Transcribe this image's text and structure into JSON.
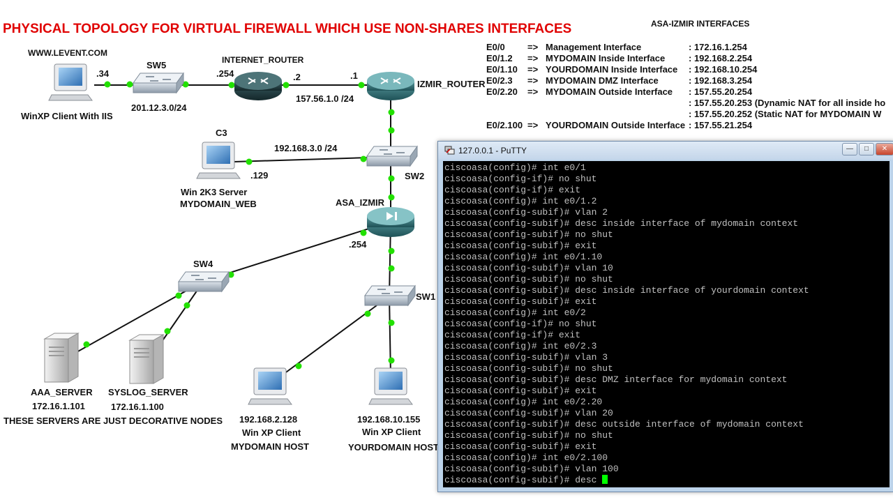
{
  "title": "PHYSICAL TOPOLOGY FOR VIRTUAL FIREWALL WHICH USE NON-SHARES INTERFACES",
  "colors": {
    "title": "#e00000",
    "link_dot": "#22e000",
    "router": "#2f6b72",
    "terminal_bg": "#000000",
    "terminal_text": "#c0c0c0",
    "cursor": "#00ff00"
  },
  "topology": {
    "nodes": {
      "winxp_iis": {
        "name": "WWW.LEVENT.COM",
        "desc": "WinXP Client With IIS",
        "icon": "pc-icon"
      },
      "sw5": {
        "name": "SW5",
        "icon": "switch-icon"
      },
      "internet_router": {
        "name": "INTERNET_ROUTER",
        "icon": "router-icon"
      },
      "izmir_router": {
        "name": "IZMIR_ROUTER",
        "icon": "router-icon"
      },
      "c3": {
        "name": "C3",
        "desc1": "Win 2K3 Server",
        "desc2": "MYDOMAIN_WEB",
        "icon": "pc-icon"
      },
      "sw2": {
        "name": "SW2",
        "icon": "switch-icon"
      },
      "asa": {
        "name": "ASA_IZMIR",
        "icon": "firewall-icon"
      },
      "sw4": {
        "name": "SW4",
        "icon": "switch-icon"
      },
      "sw1": {
        "name": "SW1",
        "icon": "switch-icon"
      },
      "aaa": {
        "name": "AAA_SERVER",
        "ip": "172.16.1.101",
        "icon": "server-icon"
      },
      "syslog": {
        "name": "SYSLOG_SERVER",
        "ip": "172.16.1.100",
        "icon": "server-icon"
      },
      "mydomain_host": {
        "ip": "192.168.2.128",
        "desc1": "Win XP Client",
        "desc2": "MYDOMAIN HOST",
        "icon": "pc-icon"
      },
      "yourdomain_host": {
        "ip": "192.168.10.155",
        "desc1": "Win XP Client",
        "desc2": "YOURDOMAIN HOST",
        "icon": "pc-icon"
      }
    },
    "labels": {
      "winxp_host_ip": ".34",
      "sw5_subnet": "201.12.3.0/24",
      "inet_router_ip": ".254",
      "inet_router_ip2": ".2",
      "izmir_ip": ".1",
      "inet_subnet": "157.56.1.0 /24",
      "c3_subnet": "192.168.3.0 /24",
      "c3_ip": ".129",
      "asa_ip": ".254",
      "servers_note": "THESE SERVERS ARE JUST DECORATIVE NODES"
    }
  },
  "interfaces": {
    "heading": "ASA-IZMIR INTERFACES",
    "rows": [
      {
        "port": "E0/0",
        "arrow": "=>",
        "desc": "Management Interface",
        "ip": ": 172.16.1.254"
      },
      {
        "port": "E0/1.2",
        "arrow": "=>",
        "desc": "MYDOMAIN Inside Interface",
        "ip": ": 192.168.2.254"
      },
      {
        "port": "E0/1.10",
        "arrow": "=>",
        "desc": "YOURDOMAIN Inside Interface",
        "ip": ": 192.168.10.254"
      },
      {
        "port": "E0/2.3",
        "arrow": "=>",
        "desc": "MYDOMAIN DMZ Interface",
        "ip": ": 192.168.3.254"
      },
      {
        "port": "E0/2.20",
        "arrow": "=>",
        "desc": "MYDOMAIN Outside Interface",
        "ip": ": 157.55.20.254"
      },
      {
        "port": "",
        "arrow": "",
        "desc": "",
        "ip": ": 157.55.20.253 (Dynamic NAT for all inside ho"
      },
      {
        "port": "",
        "arrow": "",
        "desc": "",
        "ip": ": 157.55.20.252 (Static NAT for MYDOMAIN W"
      },
      {
        "port": "E0/2.100",
        "arrow": "=>",
        "desc": "YOURDOMAIN Outside Interface",
        "ip": ": 157.55.21.254"
      }
    ]
  },
  "putty": {
    "window_title": "127.0.0.1 - PuTTY",
    "buttons": {
      "minimize": "—",
      "maximize": "□",
      "close": "✕"
    },
    "lines": [
      "ciscoasa(config)# int e0/1",
      "ciscoasa(config-if)# no shut",
      "ciscoasa(config-if)# exit",
      "ciscoasa(config)# int e0/1.2",
      "ciscoasa(config-subif)# vlan 2",
      "ciscoasa(config-subif)# desc inside interface of mydomain context",
      "ciscoasa(config-subif)# no shut",
      "ciscoasa(config-subif)# exit",
      "ciscoasa(config)# int e0/1.10",
      "ciscoasa(config-subif)# vlan 10",
      "ciscoasa(config-subif)# no shut",
      "ciscoasa(config-subif)# desc inside interface of yourdomain context",
      "ciscoasa(config-subif)# exit",
      "ciscoasa(config)# int e0/2",
      "ciscoasa(config-if)# no shut",
      "ciscoasa(config-if)# exit",
      "ciscoasa(config)# int e0/2.3",
      "ciscoasa(config-subif)# vlan 3",
      "ciscoasa(config-subif)# no shut",
      "ciscoasa(config-subif)# desc DMZ interface for mydomain context",
      "ciscoasa(config-subif)# exit",
      "ciscoasa(config)# int e0/2.20",
      "ciscoasa(config-subif)# vlan 20",
      "ciscoasa(config-subif)# desc outside interface of mydomain context",
      "ciscoasa(config-subif)# no shut",
      "ciscoasa(config-subif)# exit",
      "ciscoasa(config)# int e0/2.100",
      "ciscoasa(config-subif)# vlan 100",
      "ciscoasa(config-subif)# desc "
    ]
  }
}
